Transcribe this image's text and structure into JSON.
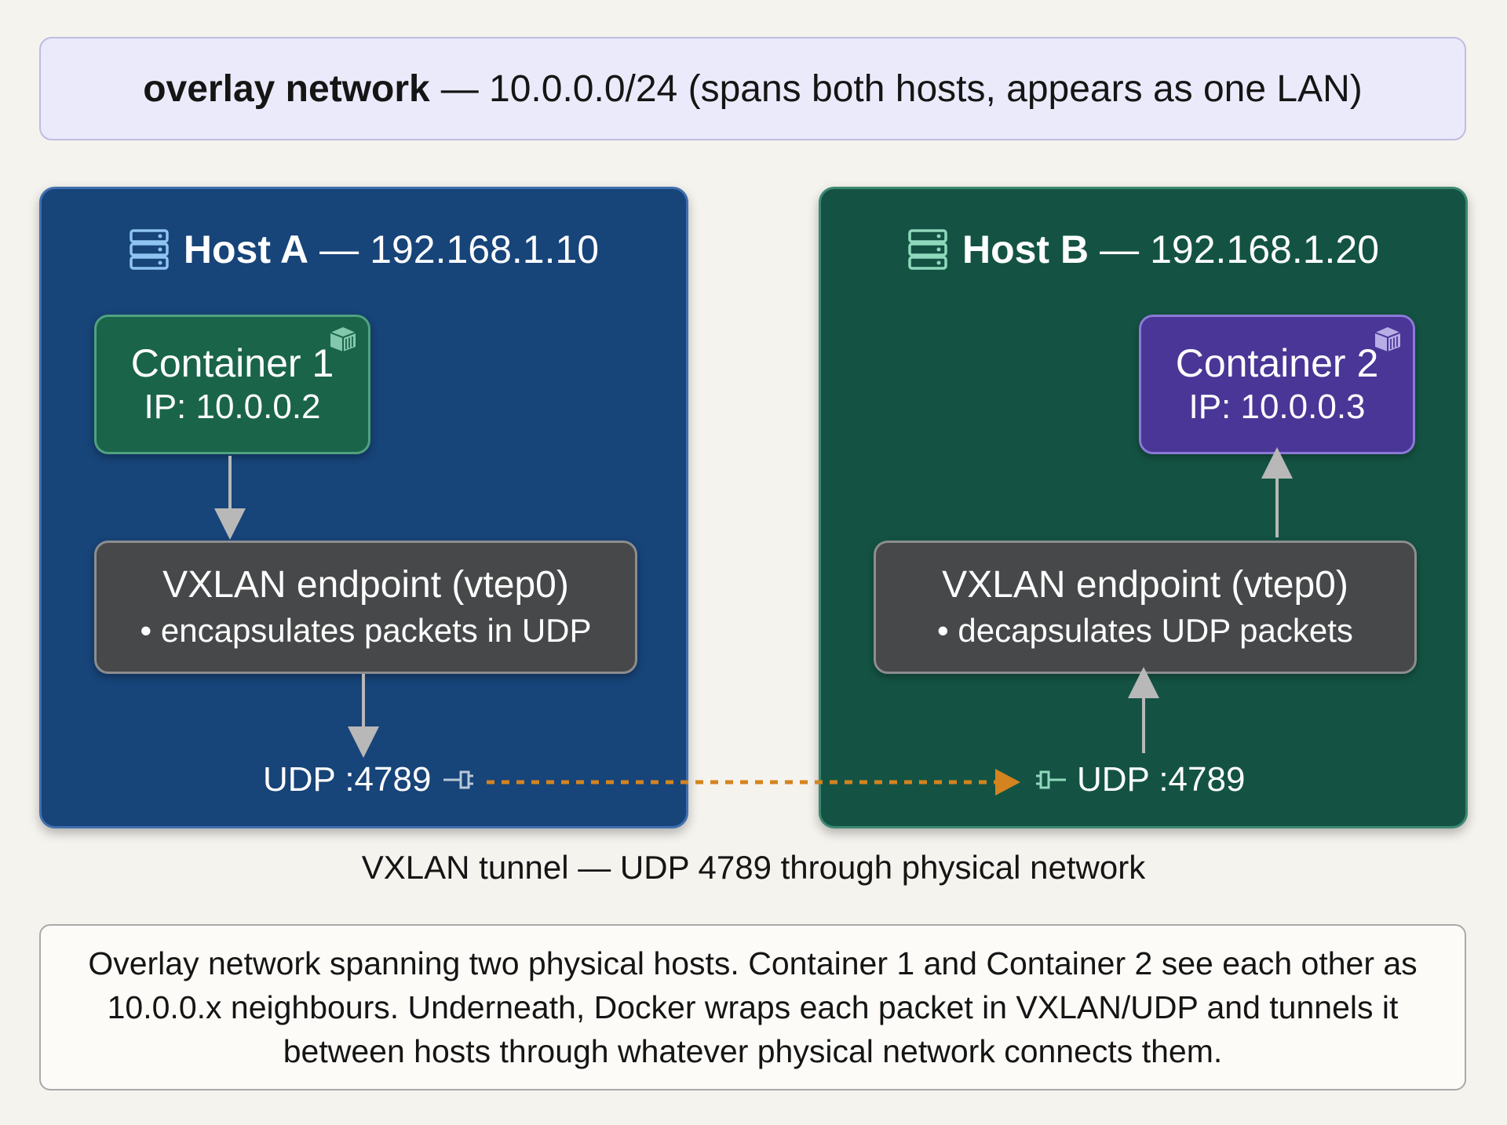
{
  "overlay": {
    "title_strong": "overlay network",
    "title_rest": "— 10.0.0.0/24 (spans both hosts, appears as one LAN)"
  },
  "host_a": {
    "name": "Host A",
    "dash": "—",
    "ip": "192.168.1.10",
    "icon": "server-icon",
    "color": "#174479",
    "container": {
      "name": "Container 1",
      "ip": "IP: 10.0.0.2",
      "icon": "container-icon"
    },
    "vtep": {
      "name": "VXLAN endpoint (vtep0)",
      "note": "• encapsulates packets in UDP"
    },
    "udp": "UDP :4789"
  },
  "host_b": {
    "name": "Host B",
    "dash": "—",
    "ip": "192.168.1.20",
    "icon": "server-icon",
    "color": "#145343",
    "container": {
      "name": "Container 2",
      "ip": "IP: 10.0.0.3",
      "icon": "container-icon"
    },
    "vtep": {
      "name": "VXLAN endpoint (vtep0)",
      "note": "• decapsulates UDP packets"
    },
    "udp": "UDP :4789"
  },
  "tunnel": {
    "caption": "VXLAN tunnel — UDP 4789 through physical network",
    "color": "#d4841f"
  },
  "caption": "Overlay network spanning two physical hosts. Container 1 and Container 2 see each other as 10.0.0.x neighbours. Underneath, Docker wraps each packet in VXLAN/UDP and tunnels it between hosts through whatever physical network connects them."
}
